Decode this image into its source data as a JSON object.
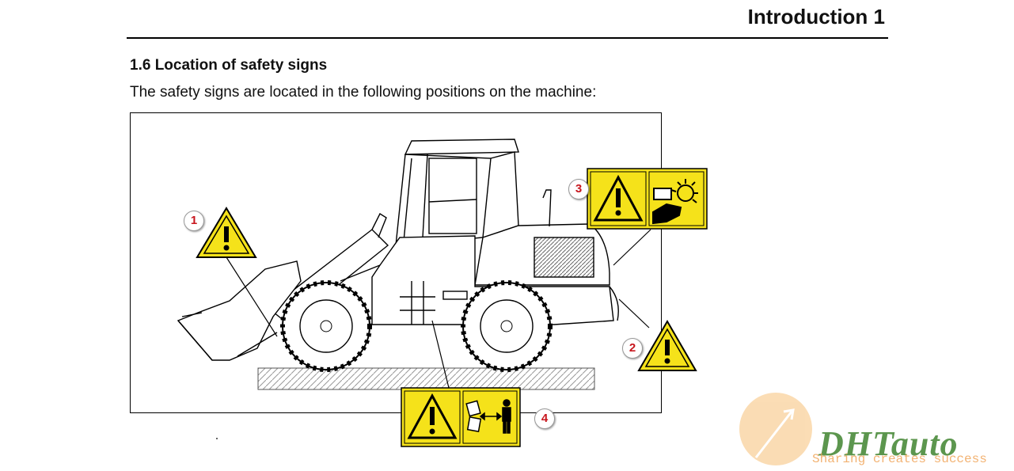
{
  "header": {
    "title": "Introduction 1"
  },
  "section": {
    "heading": "1.6 Location of safety signs",
    "intro": "The safety signs are located in the following positions on the machine:"
  },
  "figure": {
    "subject": "wheel-loader",
    "callouts": [
      {
        "number": "1",
        "sign": "general-warning-triangle"
      },
      {
        "number": "2",
        "sign": "general-warning-triangle"
      },
      {
        "number": "3",
        "sign": "warning-triangle-with-hand-entanglement-pictogram"
      },
      {
        "number": "4",
        "sign": "warning-triangle-with-keep-distance-pictogram"
      }
    ],
    "colors": {
      "sign_yellow": "#f5e21a",
      "callout_number": "#c8161d",
      "line": "#000000"
    }
  },
  "watermark": {
    "brand": "DHTauto",
    "tagline": "Sharing creates success",
    "colors": {
      "green": "#4b8b3b",
      "orange": "#f0a050"
    }
  }
}
